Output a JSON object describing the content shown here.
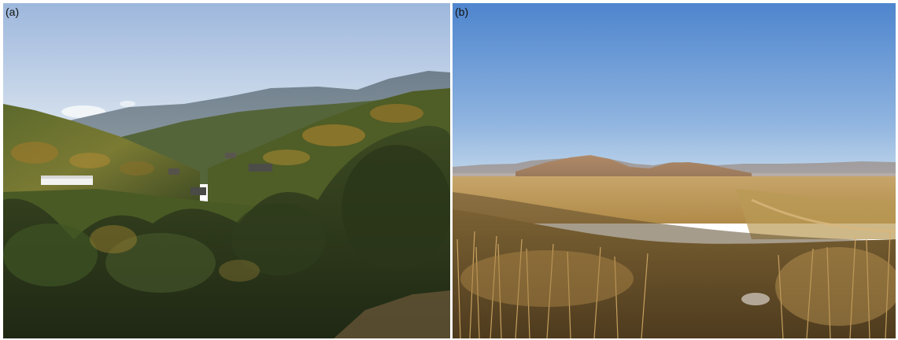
{
  "panels": [
    {
      "label": "(a)",
      "subject": "forested-mountain-valley-with-village"
    },
    {
      "label": "(b)",
      "subject": "golden-steppe-grassland-with-distant-hills"
    }
  ],
  "colors": {
    "sky_a_top": "#9fb8dd",
    "sky_a_bottom": "#e4ecf3",
    "sky_b_top": "#4f86cf",
    "sky_b_bottom": "#b4cfe8",
    "forest_dark": "#2e3b1d",
    "forest_mid": "#5a6a2a",
    "autumn": "#b98a32",
    "grass_gold": "#c9a35a",
    "grass_shadow": "#6b5530",
    "hills_far": "#a98a66"
  }
}
